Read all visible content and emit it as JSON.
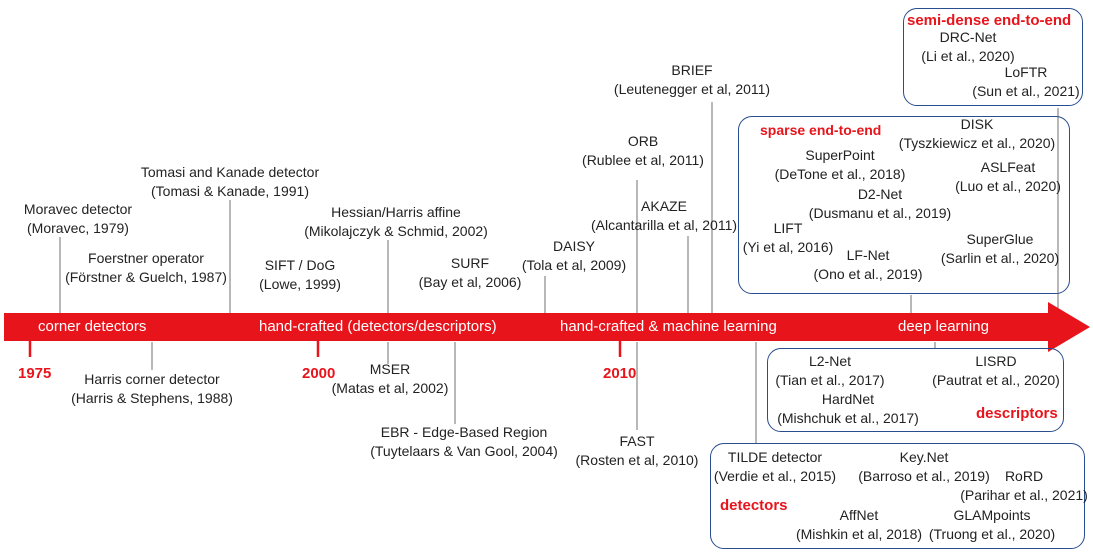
{
  "colors": {
    "arrow": "#e8141c",
    "box_border": "#2a4d8f",
    "leader_line": "#888888",
    "text": "#222222"
  },
  "eras": {
    "corner": "corner detectors",
    "handcrafted": "hand-crafted (detectors/descriptors)",
    "hybrid": "hand-crafted & machine learning",
    "deep": "deep learning"
  },
  "years": {
    "y1975": "1975",
    "y2000": "2000",
    "y2010": "2010"
  },
  "groups": {
    "semi_dense": "semi-dense end-to-end",
    "sparse": "sparse end-to-end",
    "descriptors": "descriptors",
    "detectors": "detectors"
  },
  "methods": {
    "moravec": {
      "name": "Moravec detector",
      "ref": "(Moravec, 1979)"
    },
    "foerstner": {
      "name": "Foerstner operator",
      "ref": "(Förstner & Guelch, 1987)"
    },
    "tomasi": {
      "name": "Tomasi and Kanade detector",
      "ref": "(Tomasi & Kanade, 1991)"
    },
    "harris": {
      "name": "Harris corner detector",
      "ref": "(Harris & Stephens, 1988)"
    },
    "sift": {
      "name": "SIFT / DoG",
      "ref": "(Lowe, 1999)"
    },
    "hessian": {
      "name": "Hessian/Harris affine",
      "ref": "(Mikolajczyk & Schmid, 2002)"
    },
    "mser": {
      "name": "MSER",
      "ref": "(Matas et al, 2002)"
    },
    "surf": {
      "name": "SURF",
      "ref": "(Bay et al, 2006)"
    },
    "ebr": {
      "name": "EBR - Edge-Based Region",
      "ref": "(Tuytelaars & Van Gool, 2004)"
    },
    "daisy": {
      "name": "DAISY",
      "ref": "(Tola et al, 2009)"
    },
    "brief": {
      "name": "BRIEF",
      "ref": "(Leutenegger et al, 2011)"
    },
    "orb": {
      "name": "ORB",
      "ref": "(Rublee et al, 2011)"
    },
    "akaze": {
      "name": "AKAZE",
      "ref": "(Alcantarilla et al, 2011)"
    },
    "fast": {
      "name": "FAST",
      "ref": "(Rosten et al, 2010)"
    },
    "drcnet": {
      "name": "DRC-Net",
      "ref": "(Li et al., 2020)"
    },
    "loftr": {
      "name": "LoFTR",
      "ref": "(Sun et al., 2021)"
    },
    "disk": {
      "name": "DISK",
      "ref": "(Tyszkiewicz et al., 2020)"
    },
    "superpoint": {
      "name": "SuperPoint",
      "ref": "(DeTone et al., 2018)"
    },
    "aslfeat": {
      "name": "ASLFeat",
      "ref": "(Luo et al., 2020)"
    },
    "d2net": {
      "name": "D2-Net",
      "ref": "(Dusmanu et al., 2019)"
    },
    "lift": {
      "name": "LIFT",
      "ref": "(Yi et al, 2016)"
    },
    "lfnet": {
      "name": "LF-Net",
      "ref": "(Ono et al., 2019)"
    },
    "superglue": {
      "name": "SuperGlue",
      "ref": "(Sarlin et al., 2020)"
    },
    "l2net": {
      "name": "L2-Net",
      "ref": "(Tian et al., 2017)"
    },
    "lisrd": {
      "name": "LISRD",
      "ref": "(Pautrat et al., 2020)"
    },
    "hardnet": {
      "name": "HardNet",
      "ref": "(Mishchuk et al., 2017)"
    },
    "tilde": {
      "name": "TILDE detector",
      "ref": "(Verdie et al., 2015)"
    },
    "keynet": {
      "name": "Key.Net",
      "ref": "(Barroso et al., 2019)"
    },
    "rord": {
      "name": "RoRD",
      "ref": "(Parihar et al., 2021)"
    },
    "affnet": {
      "name": "AffNet",
      "ref": "(Mishkin et al, 2018)"
    },
    "glampoints": {
      "name": "GLAMpoints",
      "ref": "(Truong et al., 2020)"
    }
  }
}
